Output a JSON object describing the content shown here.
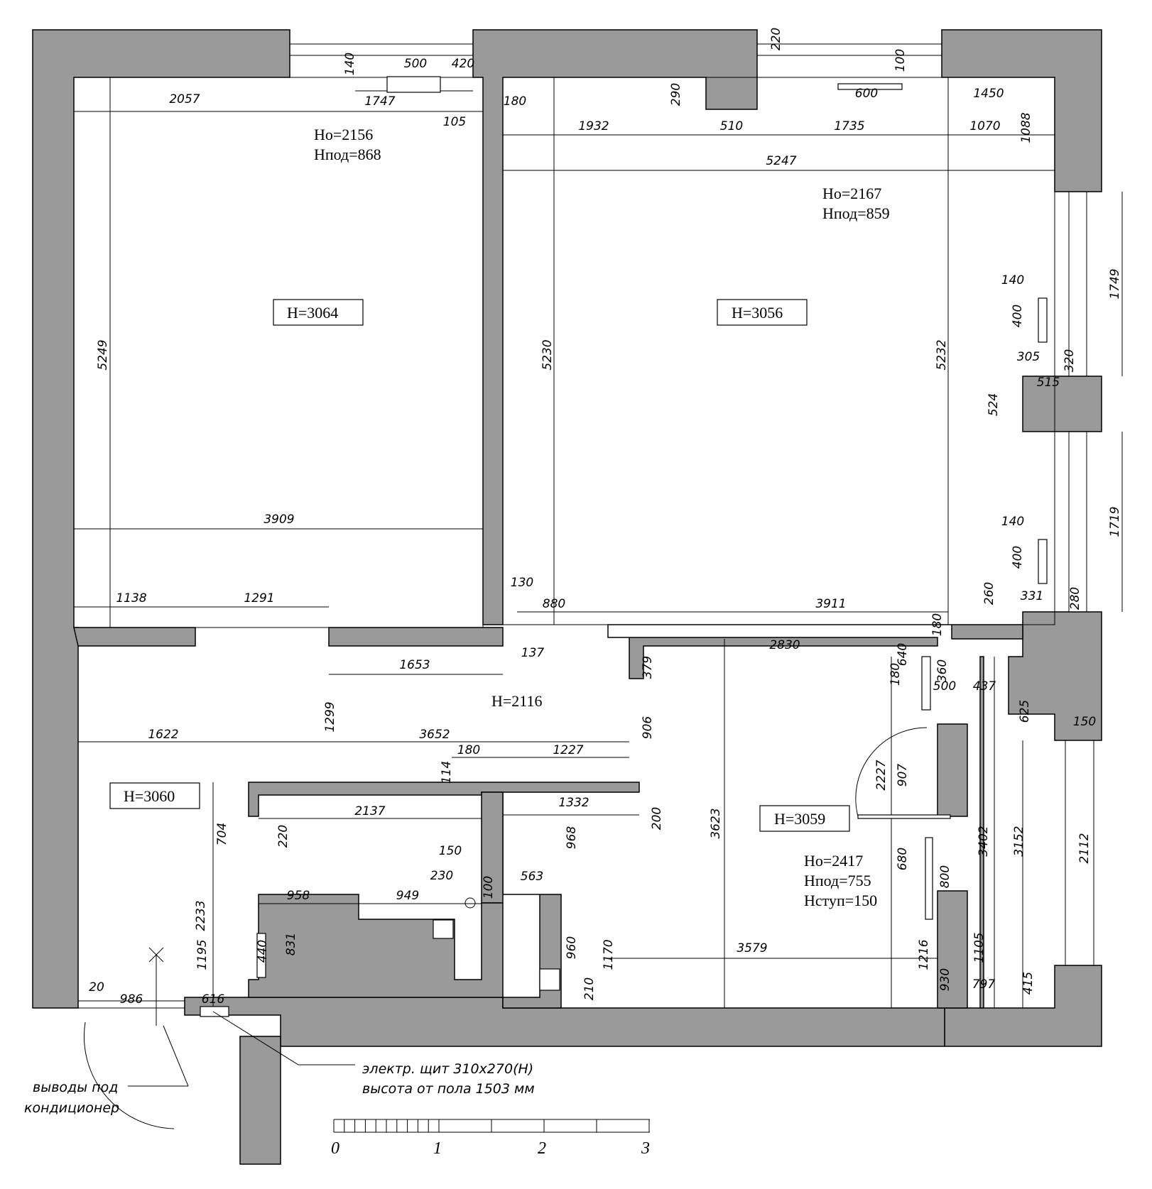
{
  "rooms": [
    {
      "id": "room-1",
      "height": "H=3064",
      "ho": "Ho=2156",
      "hpod": "Hпод=868"
    },
    {
      "id": "room-2",
      "height": "H=3056",
      "ho": "Ho=2167",
      "hpod": "Hпод=859"
    },
    {
      "id": "hall",
      "height": "H=2116"
    },
    {
      "id": "kitchen",
      "height": "H=3060"
    },
    {
      "id": "room-3",
      "height": "H=3059",
      "ho": "Ho=2417",
      "hpod": "Hпод=755",
      "hstup": "Hступ=150"
    }
  ],
  "dimensions": [
    "2057",
    "1747",
    "500",
    "420",
    "140",
    "105",
    "180",
    "220",
    "290",
    "1932",
    "510",
    "1735",
    "1070",
    "1450",
    "600",
    "100",
    "1088",
    "5247",
    "5249",
    "5230",
    "5232",
    "3909",
    "1138",
    "1291",
    "130",
    "880",
    "3911",
    "137",
    "1653",
    "1299",
    "1622",
    "3652",
    "180",
    "1227",
    "114",
    "906",
    "379",
    "2830",
    "180",
    "640",
    "500",
    "360",
    "437",
    "625",
    "150",
    "2227",
    "907",
    "3623",
    "3402",
    "3152",
    "2112",
    "680",
    "800",
    "1105",
    "797",
    "415",
    "930",
    "1216",
    "3579",
    "1170",
    "210",
    "960",
    "968",
    "1332",
    "200",
    "563",
    "230",
    "150",
    "100",
    "958",
    "949",
    "831",
    "440",
    "2137",
    "220",
    "704",
    "2233",
    "1195",
    "20",
    "986",
    "616",
    "1749",
    "1719",
    "140",
    "400",
    "305",
    "320",
    "515",
    "524",
    "140",
    "400",
    "331",
    "280",
    "260",
    "180"
  ],
  "notes": {
    "panel_line1": "электр.  щит   310х270(Н)",
    "panel_line2": "высота от пола 1503 мм",
    "ac_line1": "выводы под",
    "ac_line2": "кондиционер"
  },
  "scale": {
    "ticks": [
      "0",
      "1",
      "2",
      "3"
    ]
  },
  "colors": {
    "wall": "#9a9a9a",
    "line": "#000000",
    "background": "#ffffff"
  }
}
